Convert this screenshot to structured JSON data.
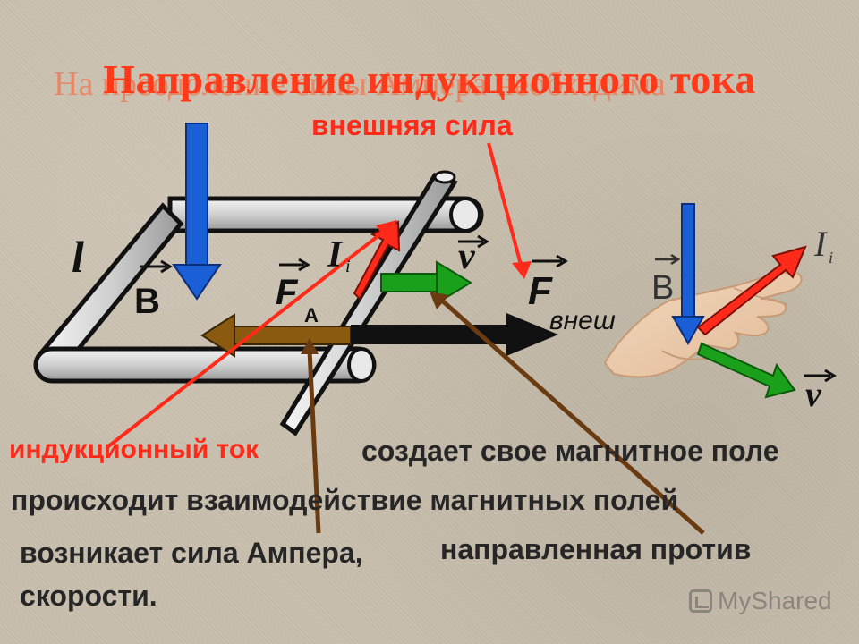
{
  "title_overlap": "На преодоление силы Ампера необходима",
  "title_main": "Направление индукционного тока",
  "external_force_label": "внешняя сила",
  "diagram": {
    "label_l": "l",
    "label_B": "B",
    "label_F": "F",
    "label_F_sub": "A",
    "label_I": "I",
    "label_I_sub": "i",
    "label_v": "v",
    "label_Fext": "F",
    "label_Fext_sub": "внеш"
  },
  "hand": {
    "label_B": "B",
    "label_I": "I",
    "label_I_sub": "i",
    "label_v": "v"
  },
  "lines": {
    "induction_current": "индукционный ток",
    "creates_field": "создает свое магнитное поле",
    "interaction": "происходит взаимодействие магнитных полей",
    "ampere_arises": "возникает сила Ампера,",
    "directed_against": "направленная против",
    "of_velocity": "скорости."
  },
  "watermark": "MyShared",
  "colors": {
    "red": "#ff2a1a",
    "blue": "#1a5fd6",
    "green": "#1aa01a",
    "brown": "#8a5a10",
    "black": "#111111",
    "arrowline": "#6a3a10"
  }
}
